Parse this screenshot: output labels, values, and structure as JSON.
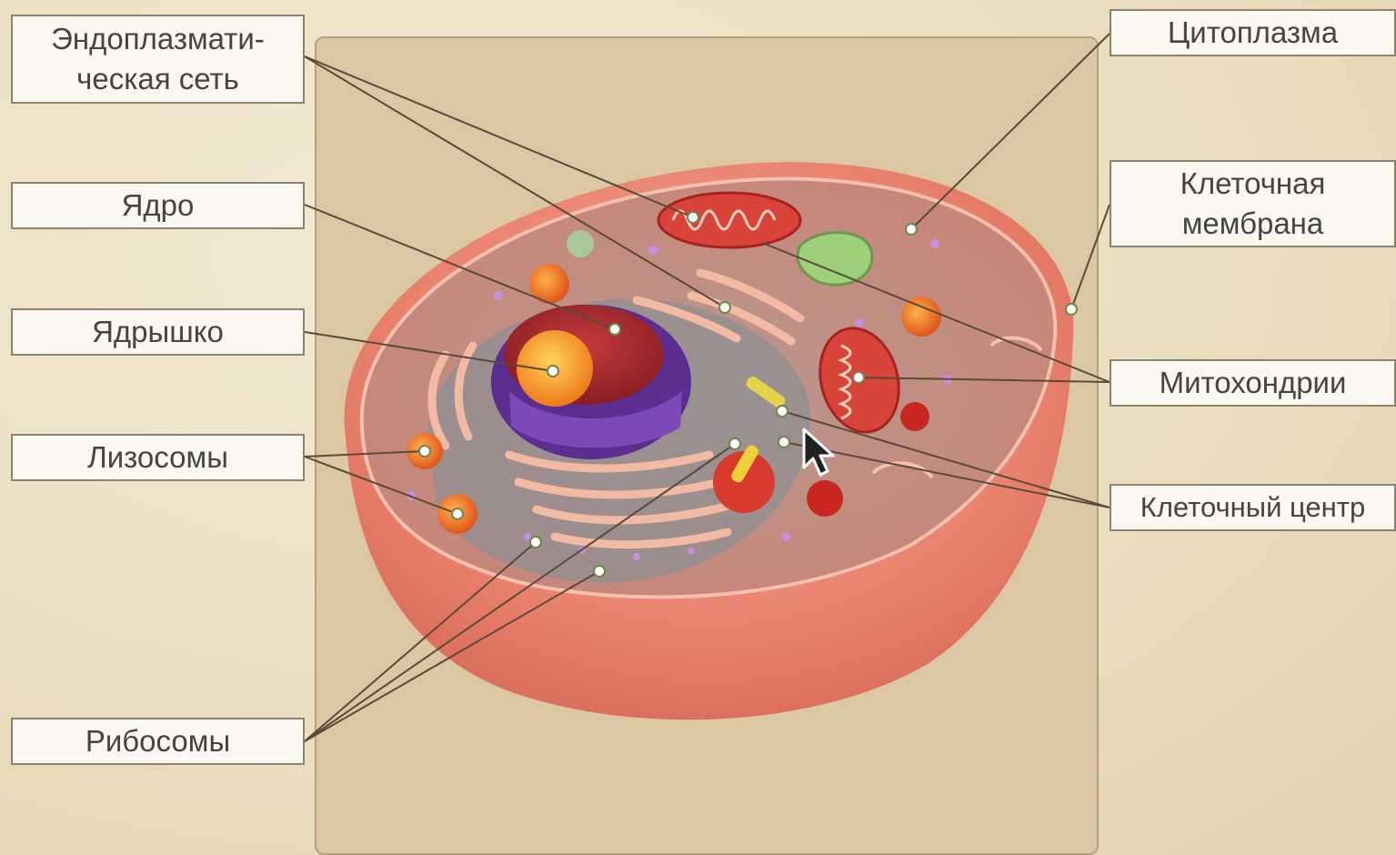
{
  "labels": {
    "er": "Эндоплазмати-\nческая сеть",
    "nucleus": "Ядро",
    "nucleolus": "Ядрышко",
    "lysosomes": "Лизосомы",
    "ribosomes": "Рибосомы",
    "cytoplasm": "Цитоплазма",
    "membrane": "Клеточная\nмембрана",
    "mitochondria": "Митохондрии",
    "cell_center": "Клеточный центр"
  },
  "colors": {
    "background": "#efe3c8",
    "panel": "#dcc7a4",
    "cell_outer": "#e8836f",
    "cytoplasm_fill": "#c9877a",
    "nucleus_fill": "#6a3b9a",
    "mitochondria_fill": "#d8433a",
    "golgi_fill": "#f2b9a3",
    "leader_line": "#5a4a3a"
  },
  "icons": {
    "pointer": "arrow-cursor-icon"
  }
}
